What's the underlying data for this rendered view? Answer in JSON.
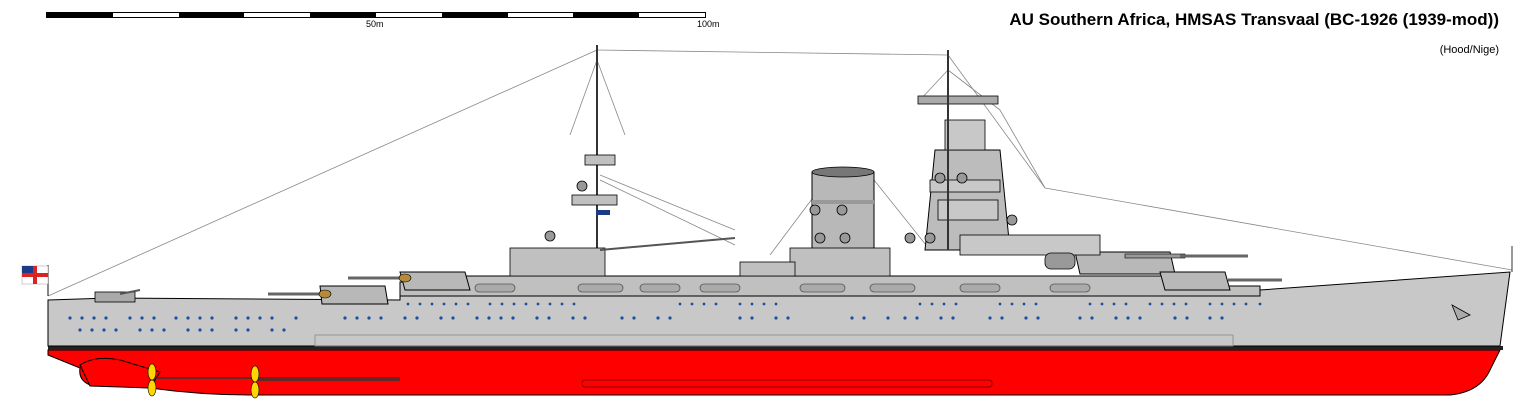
{
  "scale": {
    "label_50": "50m",
    "label_100": "100m"
  },
  "title": "AU Southern Africa, HMSAS Transvaal (BC-1926 (1939-mod))",
  "credit": "(Hood/Nige)",
  "colors": {
    "hull_grey": "#c8c8c8",
    "superstructure_grey": "#b4b4b4",
    "antifouling_red": "#ff0000",
    "porthole_blue": "#1e4fa0",
    "propeller_yellow": "#ffd700"
  }
}
